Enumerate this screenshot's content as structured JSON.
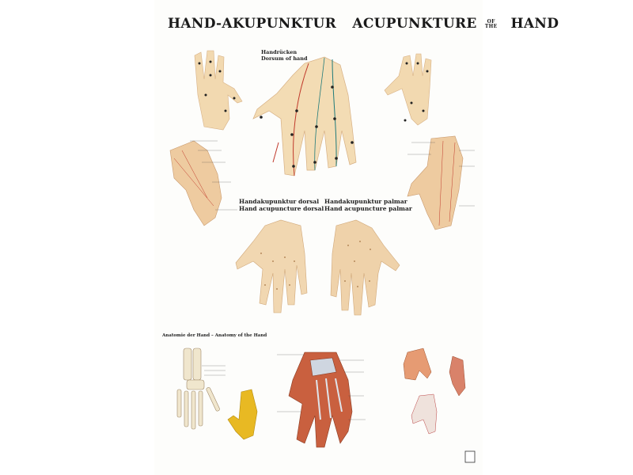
{
  "title": {
    "german": "HAND-AKUPUNKTUR",
    "english_main": "ACUPUNKTURE",
    "english_of": "OF",
    "english_the": "THE",
    "english_hand": "HAND"
  },
  "sections": {
    "dorsum": {
      "de": "Handrücken",
      "en": "Dorsum of hand"
    },
    "dorsal": {
      "de": "Handakupunktur dorsal",
      "en": "Hand acupuncture dorsal"
    },
    "palmar": {
      "de": "Handakupunktur palmar",
      "en": "Hand acupuncture palmar"
    },
    "anatomy": {
      "label": "Anatomie der Hand – Anatomy of the Hand"
    }
  },
  "colors": {
    "skin": "#f2d9b0",
    "skin_dark": "#e3b98a",
    "meridian_red": "#c0392b",
    "meridian_teal": "#1f7a7a",
    "point": "#1a1a1a",
    "muscle": "#c9603f",
    "bone": "#efe6cf",
    "yellow": "#e8b923"
  }
}
